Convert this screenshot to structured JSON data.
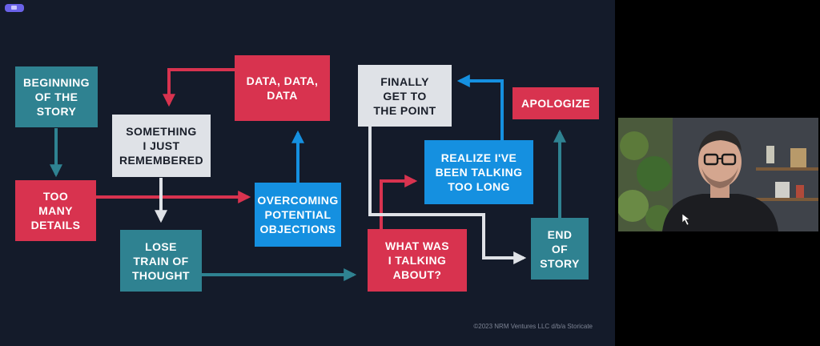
{
  "meeting": {
    "recording_icon": "screen-share-icon"
  },
  "slide": {
    "boxes": {
      "beginning": "BEGINNING\nOF THE\nSTORY",
      "too_many_details": "TOO\nMANY\nDETAILS",
      "something_remembered": "SOMETHING\nI JUST\nREMEMBERED",
      "lose_train": "LOSE\nTRAIN OF\nTHOUGHT",
      "data_data": "DATA, DATA,\nDATA",
      "overcoming": "OVERCOMING\nPOTENTIAL\nOBJECTIONS",
      "finally": "FINALLY\nGET TO\nTHE POINT",
      "realize": "REALIZE I'VE\nBEEN TALKING\nTOO LONG",
      "what_was": "WHAT WAS\nI TALKING\nABOUT?",
      "apologize": "APOLOGIZE",
      "end_of_story": "END\nOF\nSTORY"
    },
    "copyright": "©2023 NRM Ventures LLC d/b/a Storicate",
    "colors": {
      "background": "#141b2a",
      "teal": "#2f8291",
      "red": "#d8334f",
      "blue": "#1590e0",
      "white": "#dfe2e7"
    }
  },
  "video": {
    "presenter": "presenter-video"
  }
}
